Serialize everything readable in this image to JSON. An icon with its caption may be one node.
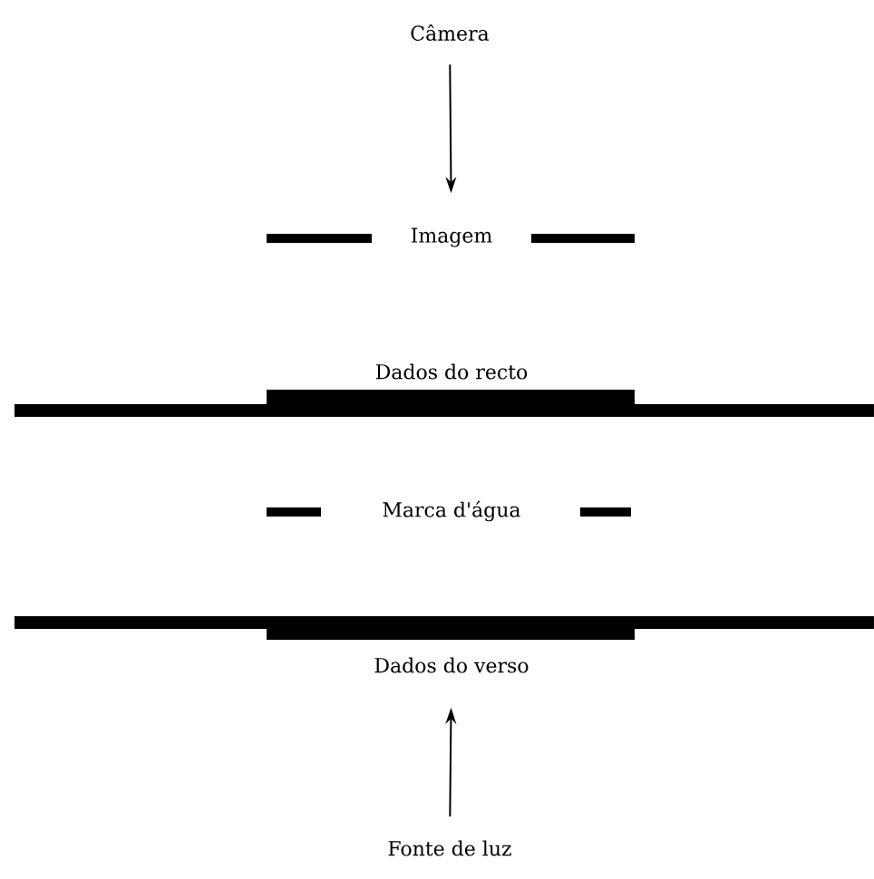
{
  "diagram": {
    "nodes": [
      {
        "text": [
          "Câmera"
        ]
      },
      {
        "text": [
          "Imagem"
        ]
      },
      {
        "text": [
          "Dados do recto"
        ]
      },
      {
        "text": [
          "Marca d'água"
        ]
      },
      {
        "text": [
          "Dados do verso"
        ]
      },
      {
        "text": [
          "Fonte de luz"
        ]
      }
    ],
    "edges": [
      {
        "from": 0,
        "to": 1,
        "arrow": "to"
      },
      {
        "from": 5,
        "to": 4,
        "arrow": "to"
      }
    ]
  }
}
